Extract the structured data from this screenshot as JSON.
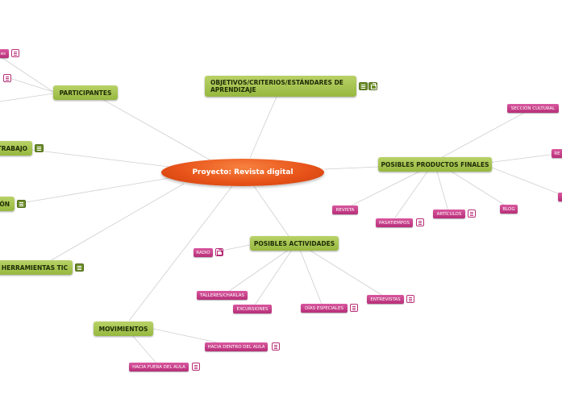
{
  "central": {
    "label": "Proyecto: Revista digital"
  },
  "topics": {
    "participantes": "PARTICIPANTES",
    "objetivos": "OBJETIVOS/CRITERIOS/ESTÁNDARES DE APRENDIZAJE",
    "trabajo": "TRABAJO",
    "evaluacion": "ÓN",
    "herramientas": "HERRAMIENTAS TIC",
    "productos": "POSIBLES PRODUCTOS FINALES",
    "actividades": "POSIBLES ACTIVIDADES",
    "movimientos": "MOVIMIENTOS"
  },
  "subtopics": {
    "participantes_1": "es",
    "productos_seccion": "SECCIÓN CULTURAL",
    "productos_cut": "RE",
    "productos_revista": "REVISTA",
    "productos_pasatiempos": "PASATIEMPOS",
    "productos_articulos": "ARTÍCULOS",
    "productos_blog": "BLOG",
    "actividades_radio": "RADIO",
    "actividades_talleres": "TALLERES/CHARLAS",
    "actividades_excursiones": "EXCURSIONES",
    "actividades_dias": "DÍAS ESPECIALES",
    "actividades_entrevistas": "ENTREVISTAS",
    "movimientos_dentro": "HACIA DENTRO DEL AULA",
    "movimientos_fuera": "HACIA FUERA DEL AULA"
  },
  "colors": {
    "central": "#e8541a",
    "main_topic": "#a3c24e",
    "subtopic": "#c83f8a",
    "connector": "#c8c8c8"
  },
  "icons": [
    "notes-icon",
    "link-icon"
  ]
}
